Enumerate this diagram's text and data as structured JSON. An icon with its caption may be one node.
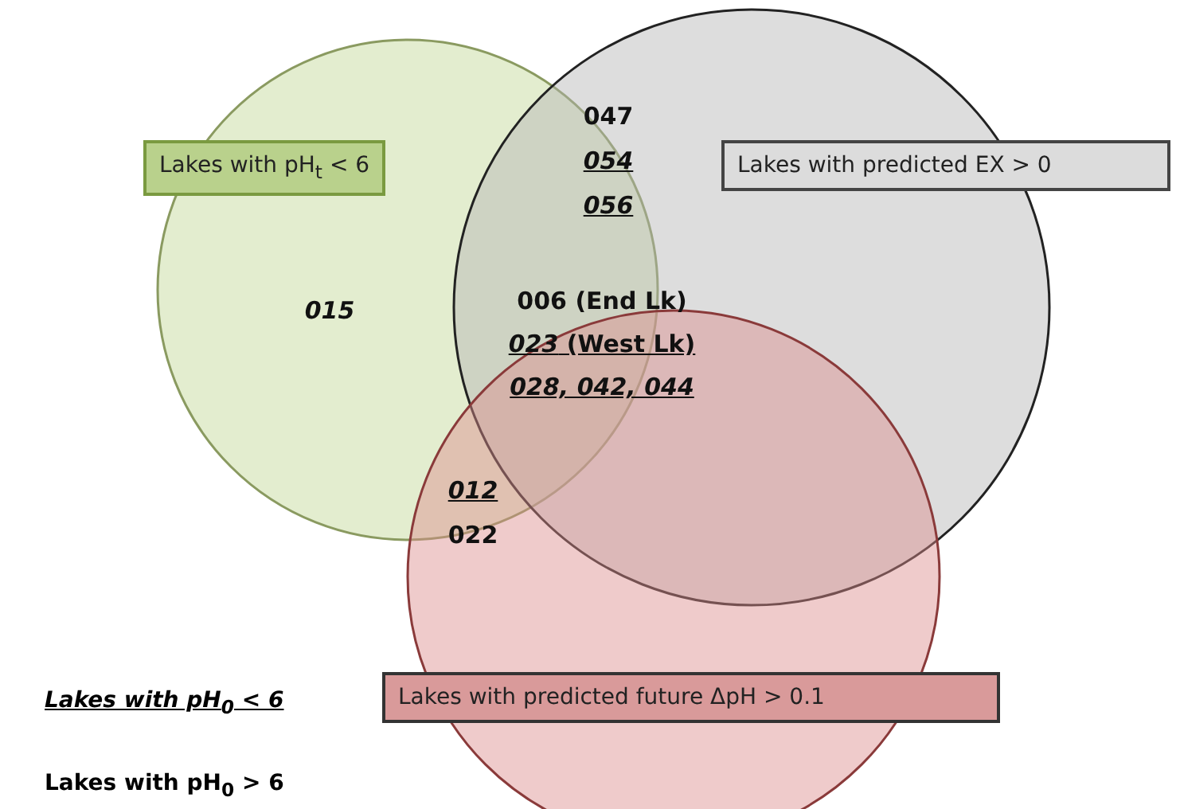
{
  "diagram": {
    "nodes": [
      {
        "text": [],
        "shape": "circle"
      },
      {
        "text": [],
        "shape": "circle"
      },
      {
        "text": [],
        "shape": "circle"
      },
      {
        "text": [
          "Lakes with pH$_{t}$ < 6"
        ]
      },
      {
        "text": [
          "Lakes with predicted EX > 0"
        ]
      },
      {
        "text": [
          "Lakes with predicted future ΔpH > 0.1"
        ]
      }
    ],
    "labels": [
      "047",
      "054",
      "056",
      "015",
      "006 (End Lk)",
      "023 (West Lk)",
      "028, 042, 044",
      "012",
      "022"
    ],
    "legend": [
      {
        "text": "Lakes with pH$_{0}$ < 6"
      },
      {
        "text": "Lakes with pH$_{0}$ > 6"
      }
    ]
  }
}
